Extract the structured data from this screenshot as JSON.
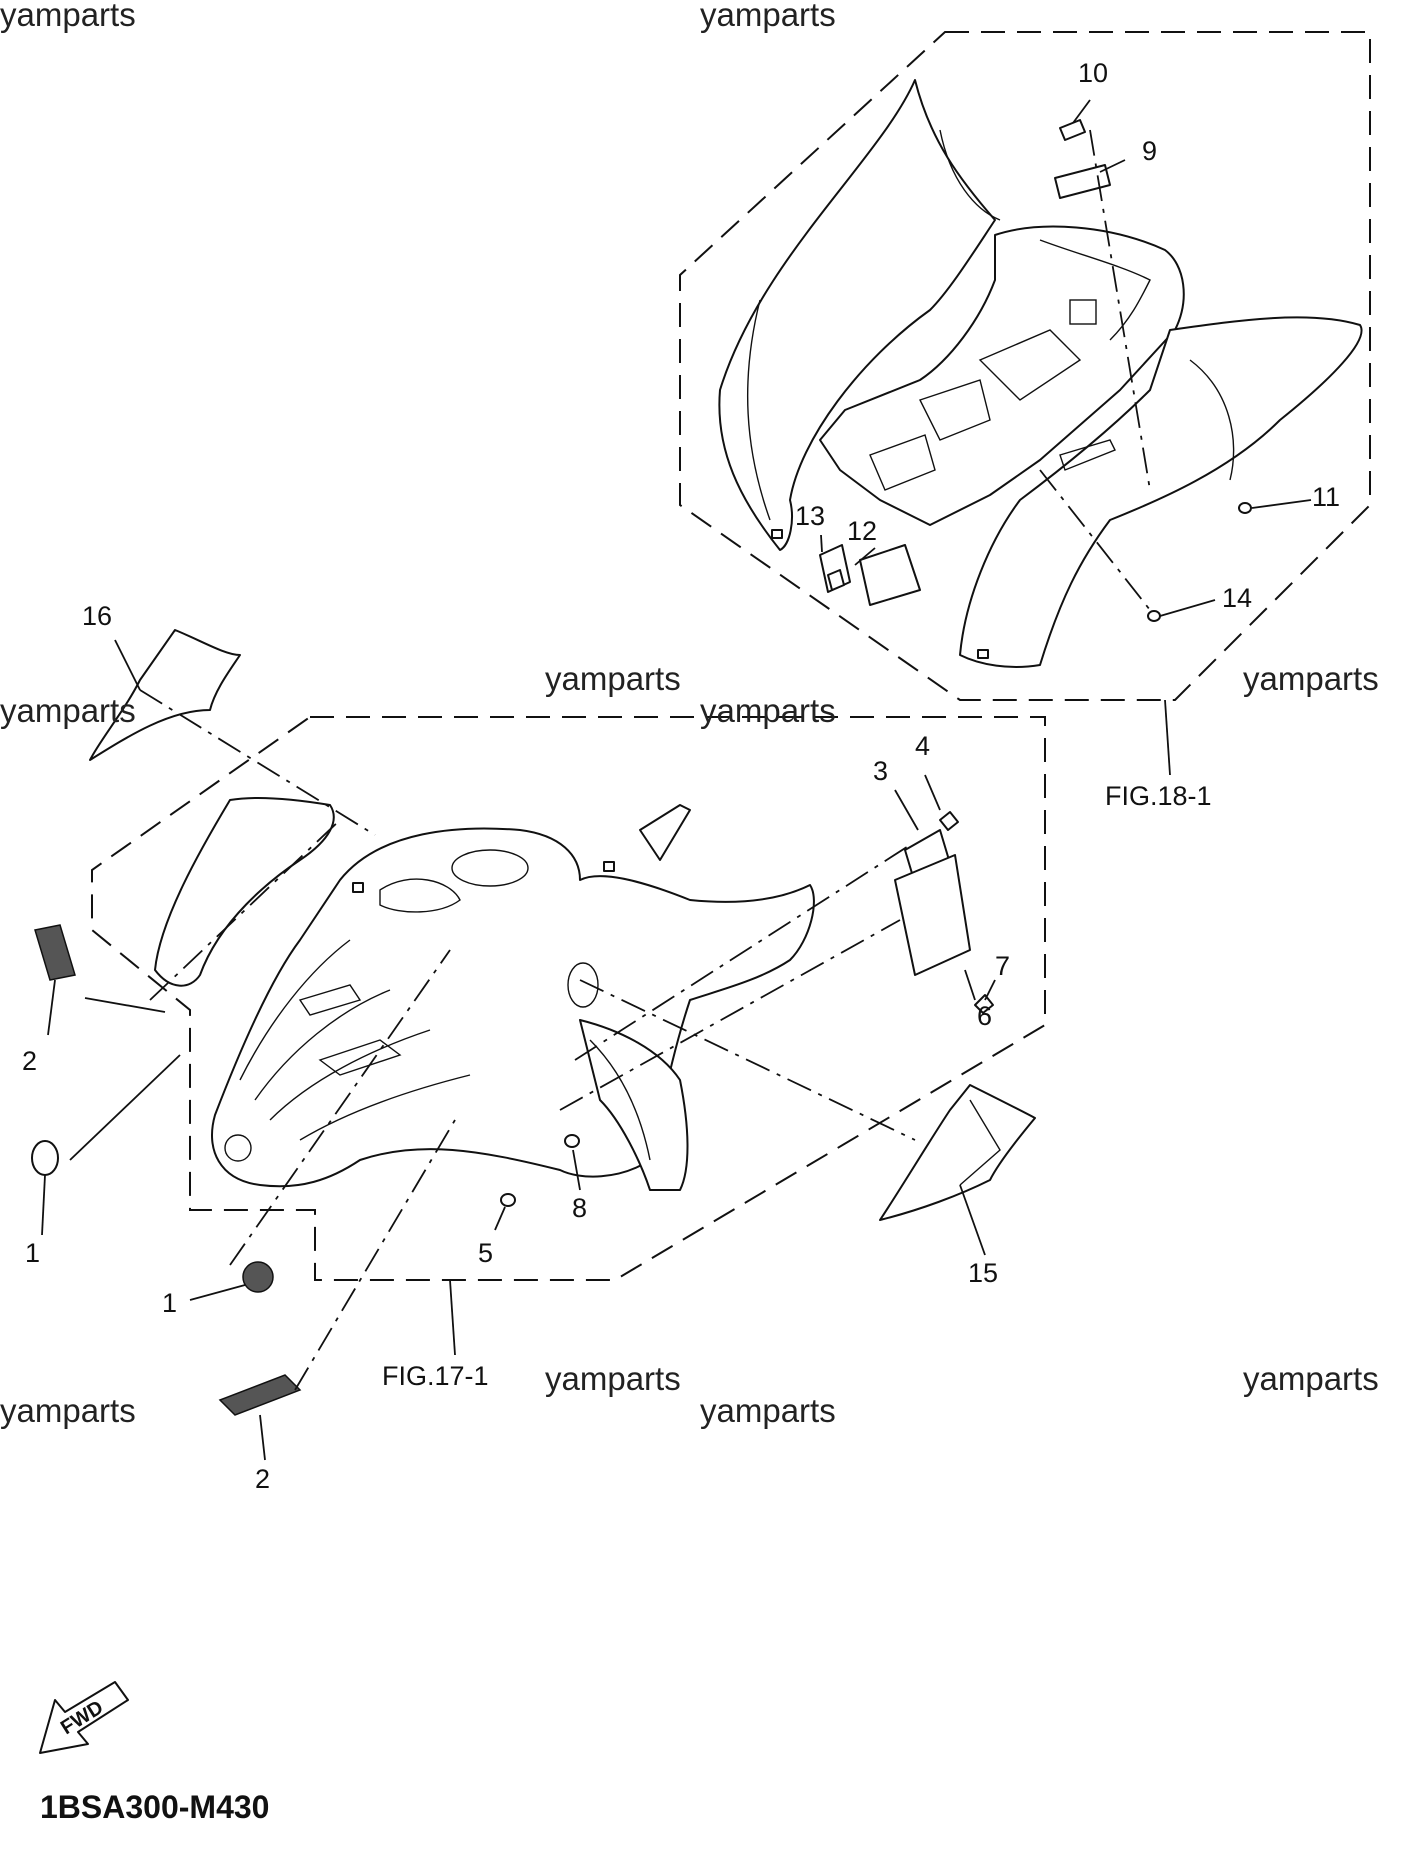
{
  "watermarks": [
    "yamparts",
    "yamparts",
    "yamparts",
    "yamparts",
    "yamparts",
    "yamparts",
    "yamparts",
    "yamparts",
    "yamparts",
    "yamparts"
  ],
  "callouts": {
    "c1a": "1",
    "c1b": "1",
    "c2a": "2",
    "c2b": "2",
    "c3": "3",
    "c4": "4",
    "c5": "5",
    "c6": "6",
    "c7": "7",
    "c8": "8",
    "c9": "9",
    "c10": "10",
    "c11": "11",
    "c12": "12",
    "c13": "13",
    "c14": "14",
    "c15": "15",
    "c16": "16"
  },
  "figures": {
    "rear": "FIG.18-1",
    "front": "FIG.17-1"
  },
  "fwd_label": "FWD",
  "diagram_code": "1BSA300-M430"
}
